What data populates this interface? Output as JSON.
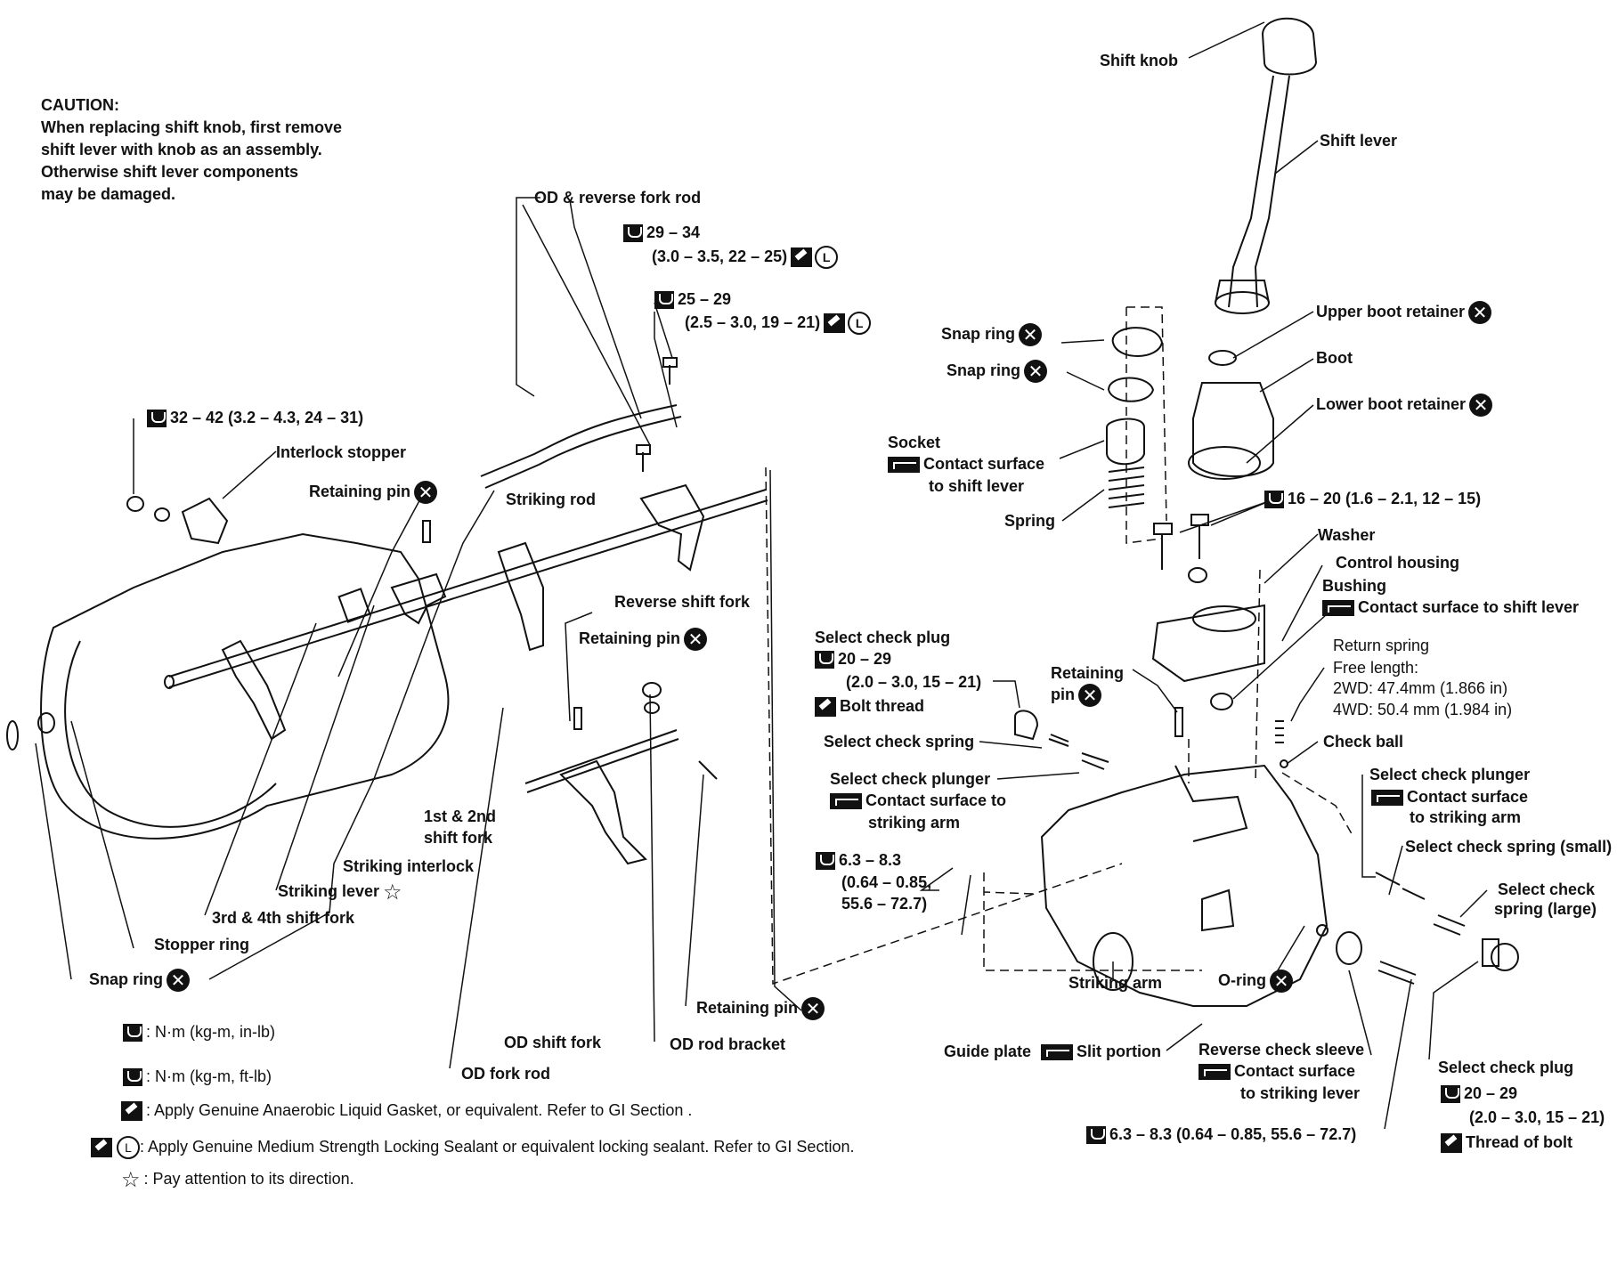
{
  "caution": {
    "title": "CAUTION:",
    "lines": [
      "When replacing shift knob, first remove",
      "shift lever with knob as an assembly.",
      "Otherwise shift lever components",
      "may be damaged."
    ]
  },
  "labels": {
    "od_reverse_fork_rod": "OD & reverse fork rod",
    "torque_a_1": "29 – 34",
    "torque_a_2": "(3.0 – 3.5, 22 – 25)",
    "torque_b_1": "25 – 29",
    "torque_b_2": "(2.5 – 3.0, 19 – 21)",
    "torque_c": "32 – 42 (3.2 – 4.3, 24 – 31)",
    "interlock_stopper": "Interlock stopper",
    "retaining_pin_1": "Retaining pin",
    "striking_rod": "Striking rod",
    "reverse_shift_fork": "Reverse shift fork",
    "retaining_pin_2": "Retaining pin",
    "first_second_fork_1": "1st & 2nd",
    "first_second_fork_2": "shift fork",
    "striking_interlock": "Striking interlock",
    "striking_lever": "Striking lever",
    "third_fourth_fork": "3rd & 4th shift fork",
    "stopper_ring": "Stopper ring",
    "snap_ring_bottom": "Snap ring",
    "retaining_pin_3": "Retaining pin",
    "od_shift_fork": "OD shift fork",
    "od_rod_bracket": "OD rod bracket",
    "od_fork_rod": "OD fork rod",
    "shift_knob": "Shift knob",
    "shift_lever": "Shift lever",
    "upper_boot_retainer": "Upper boot retainer",
    "boot": "Boot",
    "lower_boot_retainer": "Lower boot retainer",
    "snap_ring_1": "Snap ring",
    "snap_ring_2": "Snap ring",
    "socket": "Socket",
    "socket_contact_1": "Contact surface",
    "socket_contact_2": "to shift lever",
    "spring": "Spring",
    "torque_d": "16 – 20 (1.6 – 2.1, 12 – 15)",
    "washer": "Washer",
    "control_housing": "Control housing",
    "bushing": "Bushing",
    "bushing_contact": "Contact surface to shift lever",
    "return_spring": "Return spring",
    "free_length": "Free length:",
    "free_length_2wd": "2WD: 47.4mm (1.866 in)",
    "free_length_4wd": "4WD: 50.4 mm (1.984 in)",
    "check_ball": "Check ball",
    "select_check_plug_l": "Select check plug",
    "torque_e_1": "20 – 29",
    "torque_e_2": "(2.0 – 3.0, 15 – 21)",
    "bolt_thread": "Bolt thread",
    "select_check_spring": "Select check spring",
    "select_check_plunger_l": "Select check plunger",
    "plunger_contact_1": "Contact surface to",
    "plunger_contact_2": "striking arm",
    "torque_f_1": "6.3 – 8.3",
    "torque_f_2": "(0.64 – 0.85,",
    "torque_f_3": "55.6 – 72.7)",
    "retaining_pin_r_1": "Retaining",
    "retaining_pin_r_2": "pin",
    "select_check_plunger_r": "Select check plunger",
    "plunger_r_contact_1": "Contact surface",
    "plunger_r_contact_2": "to striking arm",
    "spring_small": "Select check spring (small)",
    "spring_large_1": "Select check",
    "spring_large_2": "spring (large)",
    "striking_arm": "Striking arm",
    "o_ring": "O-ring",
    "guide_plate": "Guide plate",
    "slit_portion": "Slit portion",
    "reverse_check_sleeve": "Reverse check sleeve",
    "sleeve_contact_1": "Contact surface",
    "sleeve_contact_2": "to striking lever",
    "torque_g": "6.3 – 8.3 (0.64 – 0.85, 55.6 – 72.7)",
    "select_check_plug_r": "Select check plug",
    "torque_h_1": "20 – 29",
    "torque_h_2": "(2.0 – 3.0, 15 – 21)",
    "thread_of_bolt": "Thread of bolt"
  },
  "legend": {
    "nm_inlb": ": N·m (kg-m, in-lb)",
    "nm_ftlb": ": N·m (kg-m, ft-lb)",
    "gasket": ": Apply Genuine Anaerobic Liquid Gasket, or equivalent. Refer to GI Section .",
    "sealant": ": Apply Genuine Medium Strength Locking Sealant or equivalent locking sealant. Refer to GI Section.",
    "direction": ": Pay attention to its direction.",
    "l_mark": "L"
  }
}
